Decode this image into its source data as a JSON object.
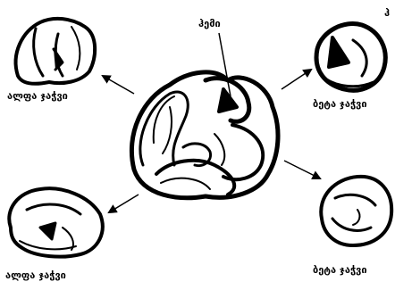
{
  "labels": {
    "center_top": "ჰემი",
    "alpha_top": "ალფა ჯაჭვი",
    "beta_top": "ბეტა ჯაჭვი",
    "alpha_bottom": "ალფა  ჯაჭვი",
    "beta_bottom": "ბეტა ჯაჭვი",
    "top_right_fragment": "ჰ"
  },
  "colors": {
    "ink": "#000000",
    "background": "#ffffff"
  },
  "icons": [
    "protein-ribbon",
    "arrow"
  ]
}
